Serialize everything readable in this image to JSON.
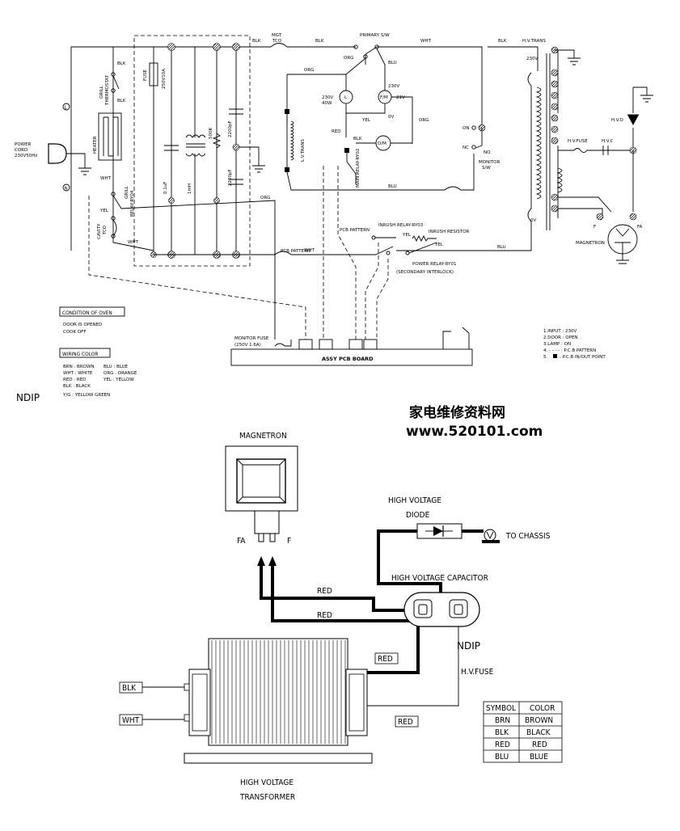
{
  "schematic": {
    "wires": {
      "blk1": "BLK",
      "blk2": "BLK",
      "blk3": "BLK",
      "blk4": "BLK",
      "blk5": "BLK",
      "wht1": "WHT",
      "wht2": "WHT",
      "wht3": "WHT",
      "org1": "ORG",
      "org2": "ORG",
      "org3": "ORG",
      "blu1": "BLU",
      "blu2": "BLU",
      "blu3": "BLU",
      "blu4": "BLU",
      "red1": "RED",
      "yel1": "YEL",
      "yel2": "YEL",
      "yel3": "YEL"
    },
    "components": {
      "mgt_tco_1": "MGT",
      "mgt_tco_2": "TCO",
      "primary_sw": "PRIMARY S/W",
      "hv_trans": "H.V.TRANS",
      "grill_thermostat_1": "GRILL",
      "grill_thermostat_2": "THERMOSTAT",
      "fuse": "FUSE",
      "fuse_rating": "250V10A",
      "power_cord_1": "POWER",
      "power_cord_2": "CORD",
      "power_cord_3": "230V50Hz",
      "l_term": "L",
      "n_term": "N",
      "heater": "HEATER",
      "grill_relay_1": "GRILL",
      "grill_relay_2": "RELAY-RY04",
      "cavity_tco_1": "CAVITY",
      "cavity_tco_2": "TCO",
      "cap_01uf": "0.1uF",
      "choke": "1mH",
      "res_500k": "500K",
      "cap_2200_1": "2200pF",
      "cap_2200_2": "2200pF",
      "lamp": "L",
      "lamp_v1": "230V",
      "lamp_v2": "40W",
      "fm": "F/M",
      "fm_230": "230V",
      "fm_21": "21V",
      "fm_0": "0V",
      "dm": "D/M",
      "lv_trans": "L.V.TRANS",
      "main_relay": "MAIN RELAY-RY02",
      "monitor_sw_1": "MONITOR",
      "monitor_sw_2": "S/W",
      "sw_on": "ON",
      "sw_nc": "NC",
      "sw_com": "NO",
      "hvd": "H.V.D",
      "hvfuse": "H.V.FUSE",
      "hvc": "H.V.C",
      "t230": "230V",
      "t0v": "0V",
      "f": "F",
      "fa": "FA",
      "magnetron": "MAGNETRON",
      "pcb_pattern_1": "PCB PATTERN",
      "pcb_pattern_2": "PCB PATTERN",
      "inrush_relay": "INRUSH RELAY-RY03",
      "inrush_resistor": "INRUSH RESISTOR",
      "power_relay": "POWER RELAY-RY01",
      "secondary": "(SECONDARY INTERLOCK)",
      "monitor_fuse_1": "MONITOR FUSE",
      "monitor_fuse_2": "(250V 1.6A)",
      "assy_pcb": "ASSY PCB BOARD"
    },
    "condition": {
      "title": "CONDITION OF OVEN",
      "lines": [
        "DOOR IS OPENED",
        "COOK OFF"
      ]
    },
    "wiring_color": {
      "title": "WIRING COLOR",
      "col1": [
        "BRN : BROWN",
        "WHT : WHITE",
        "RED : RED",
        "BLK : BLACK",
        "Y/G : YELLOW GREEN"
      ],
      "col2": [
        "BLU : BLUE",
        "ORG : ORANGE",
        "YEL : YELLOW"
      ]
    },
    "notes": [
      "1.INPUT : 230V",
      "2.DOOR : OPEN",
      "3.LAMP : ON",
      "4. - - - - : P.C.B PATTERN",
      "5.",
      ": P.C.B IN/OUT POINT"
    ]
  },
  "watermarks": {
    "ndip1": "NDIP",
    "ndip2": "NDIP",
    "site_cn": "家电维修资料网",
    "site_url": "www.520101.com"
  },
  "hv_section": {
    "magnetron": "MAGNETRON",
    "fa": "FA",
    "f": "F",
    "hv_diode_1": "HIGH VOLTAGE",
    "hv_diode_2": "DIODE",
    "to_chassis": "TO CHASSIS",
    "hv_capacitor": "HIGH VOLTAGE CAPACITOR",
    "red1": "RED",
    "red2": "RED",
    "red3": "RED",
    "red4": "RED",
    "hv_fuse": "H.V.FUSE",
    "blk": "BLK",
    "wht": "WHT",
    "transformer_1": "HIGH VOLTAGE",
    "transformer_2": "TRANSFORMER"
  },
  "symbol_table": {
    "headers": [
      "SYMBOL",
      "COLOR"
    ],
    "rows": [
      [
        "BRN",
        "BROWN"
      ],
      [
        "BLK",
        "BLACK"
      ],
      [
        "RED",
        "RED"
      ],
      [
        "BLU",
        "BLUE"
      ]
    ]
  }
}
